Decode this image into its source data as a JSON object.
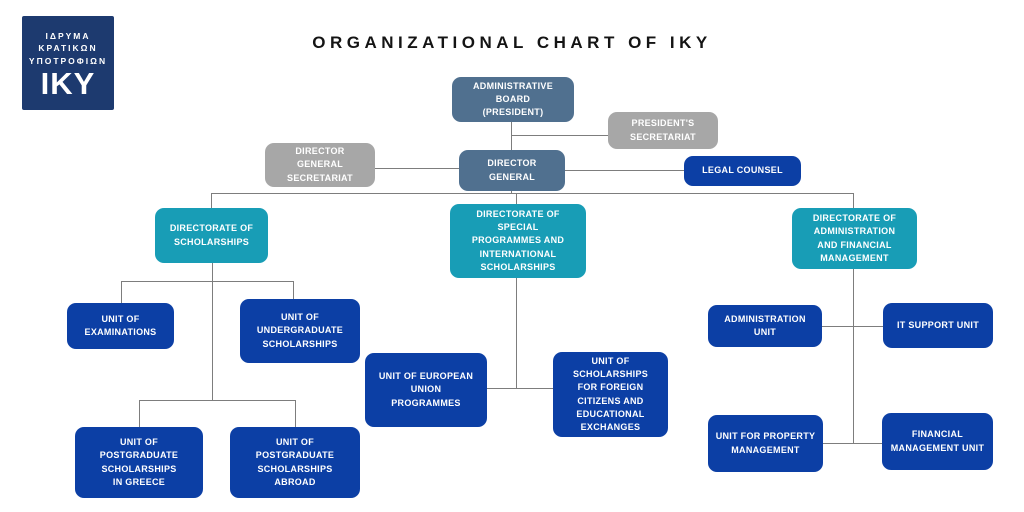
{
  "title": "ORGANIZATIONAL CHART OF IKY",
  "logo": {
    "org_name_greek": "ΙΔΡΥΜΑ\nΚΡΑΤΙΚΩΝ\nΥΠΟΤΡΟΦΙΩΝ",
    "acronym": "IKY"
  },
  "palette": {
    "navy_logo": "#1d3a6f",
    "slate": "#50708f",
    "gray": "#a7a7a7",
    "teal": "#189db6",
    "royal_blue": "#0c3fa5",
    "connector_gray": "#7d7d7d",
    "background": "#ffffff",
    "title_text": "#141414"
  },
  "nodes": {
    "admin_board": {
      "label": "ADMINISTRATIVE\nBOARD\n(PRESIDENT)"
    },
    "presidents_secretariat": {
      "label": "PRESIDENT'S\nSECRETARIAT"
    },
    "dg_secretariat": {
      "label": "DIRECTOR\nGENERAL\nSECRETARIAT"
    },
    "director_general": {
      "label": "DIRECTOR\nGENERAL"
    },
    "legal_counsel": {
      "label": "LEGAL COUNSEL"
    },
    "dir_scholarships": {
      "label": "DIRECTORATE OF\nSCHOLARSHIPS"
    },
    "dir_special": {
      "label": "DIRECTORATE OF\nSPECIAL\nPROGRAMMES AND\nINTERNATIONAL\nSCHOLARSHIPS"
    },
    "dir_admin": {
      "label": "DIRECTORATE OF\nADMINISTRATION\nAND FINANCIAL\nMANAGEMENT"
    },
    "unit_exams": {
      "label": "UNIT OF\nEXAMINATIONS"
    },
    "unit_undergrad": {
      "label": "UNIT OF\nUNDERGRADUATE\nSCHOLARSHIPS"
    },
    "unit_postgrad_greece": {
      "label": "UNIT OF\nPOSTGRADUATE\nSCHOLARSHIPS\nIN GREECE"
    },
    "unit_postgrad_abroad": {
      "label": "UNIT OF\nPOSTGRADUATE\nSCHOLARSHIPS\nABROAD"
    },
    "unit_eu": {
      "label": "UNIT OF EUROPEAN\nUNION\nPROGRAMMES"
    },
    "unit_foreign": {
      "label": "UNIT OF\nSCHOLARSHIPS\nFOR FOREIGN\nCITIZENS AND\nEDUCATIONAL\nEXCHANGES"
    },
    "admin_unit": {
      "label": "ADMINISTRATION\nUNIT"
    },
    "it_support": {
      "label": "IT SUPPORT UNIT"
    },
    "unit_property": {
      "label": "UNIT FOR PROPERTY\nMANAGEMENT"
    },
    "financial_unit": {
      "label": "FINANCIAL\nMANAGEMENT UNIT"
    }
  },
  "edges": [
    [
      "admin_board",
      "presidents_secretariat"
    ],
    [
      "admin_board",
      "director_general"
    ],
    [
      "dg_secretariat",
      "director_general"
    ],
    [
      "director_general",
      "legal_counsel"
    ],
    [
      "director_general",
      "dir_scholarships"
    ],
    [
      "director_general",
      "dir_special"
    ],
    [
      "director_general",
      "dir_admin"
    ],
    [
      "dir_scholarships",
      "unit_exams"
    ],
    [
      "dir_scholarships",
      "unit_undergrad"
    ],
    [
      "dir_scholarships",
      "unit_postgrad_greece"
    ],
    [
      "dir_scholarships",
      "unit_postgrad_abroad"
    ],
    [
      "dir_special",
      "unit_eu"
    ],
    [
      "dir_special",
      "unit_foreign"
    ],
    [
      "dir_admin",
      "admin_unit"
    ],
    [
      "dir_admin",
      "it_support"
    ],
    [
      "dir_admin",
      "unit_property"
    ],
    [
      "dir_admin",
      "financial_unit"
    ]
  ]
}
